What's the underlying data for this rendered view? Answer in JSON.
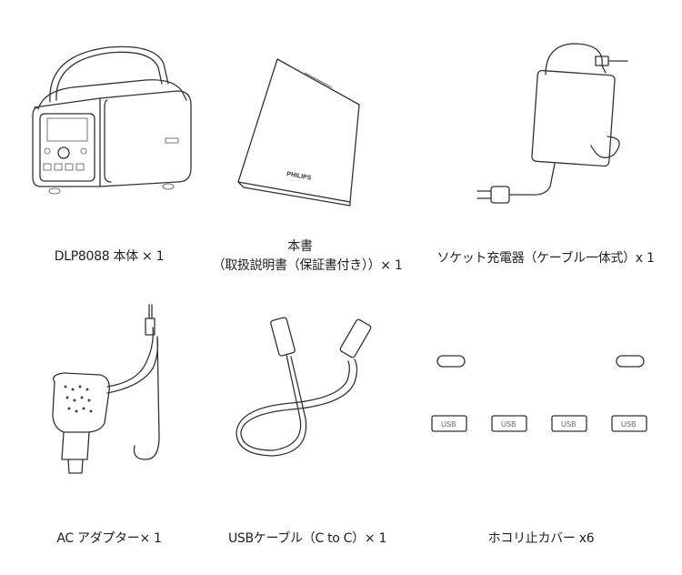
{
  "items": [
    {
      "label": "DLP8088 本体 × 1"
    },
    {
      "label_line1": "本書",
      "label_line2": "（取扱説明書（保証書付き））× 1",
      "cover_brand": "PHILIPS"
    },
    {
      "label": "ソケット充電器（ケーブル一体式）x 1"
    },
    {
      "label": "AC アダプター× 1"
    },
    {
      "label": "USBケーブル（C to C）× 1"
    },
    {
      "label": "ホコリ止カバー x6",
      "cap_text": "USB"
    }
  ]
}
